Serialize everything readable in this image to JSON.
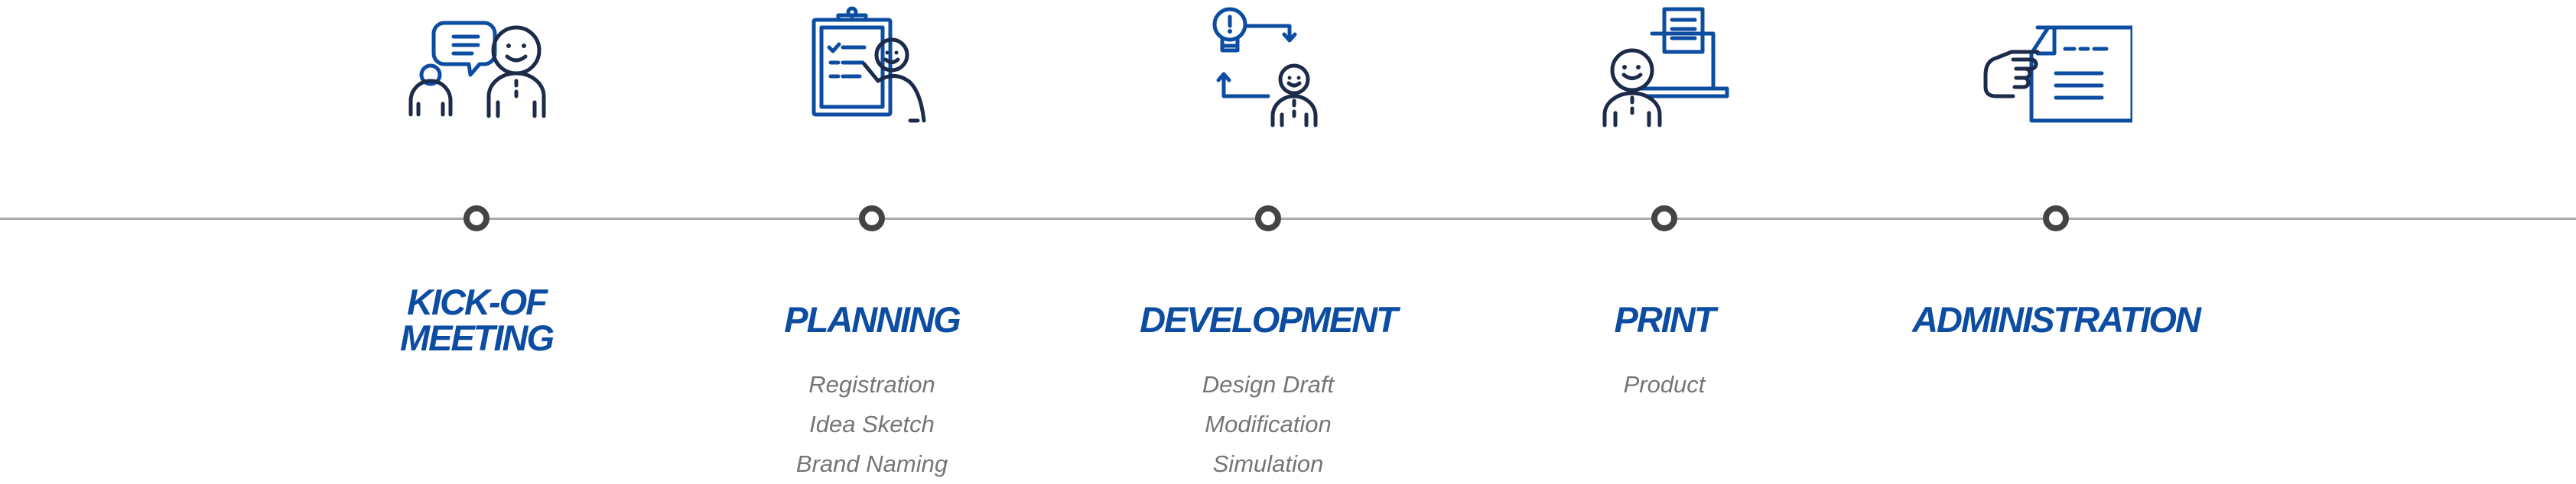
{
  "stages": [
    {
      "key": "kickoff",
      "title_lines": [
        "KICK-OF",
        "MEETING"
      ],
      "items": [],
      "icon": "meeting-icon"
    },
    {
      "key": "planning",
      "title": "PLANNING",
      "items": [
        "Registration",
        "Idea Sketch",
        "Brand Naming"
      ],
      "icon": "clipboard-plan-icon"
    },
    {
      "key": "development",
      "title": "DEVELOPMENT",
      "items": [
        "Design Draft",
        "Modification",
        "Simulation"
      ],
      "icon": "idea-cycle-icon"
    },
    {
      "key": "print",
      "title": "PRINT",
      "items": [
        "Product"
      ],
      "icon": "printer-person-icon"
    },
    {
      "key": "administration",
      "title": "ADMINISTRATION",
      "items": [],
      "icon": "document-hand-icon"
    }
  ],
  "colors": {
    "accent": "#0c4da2",
    "line": "#a9a9a9",
    "node": "#444444",
    "item_text": "#757575"
  }
}
